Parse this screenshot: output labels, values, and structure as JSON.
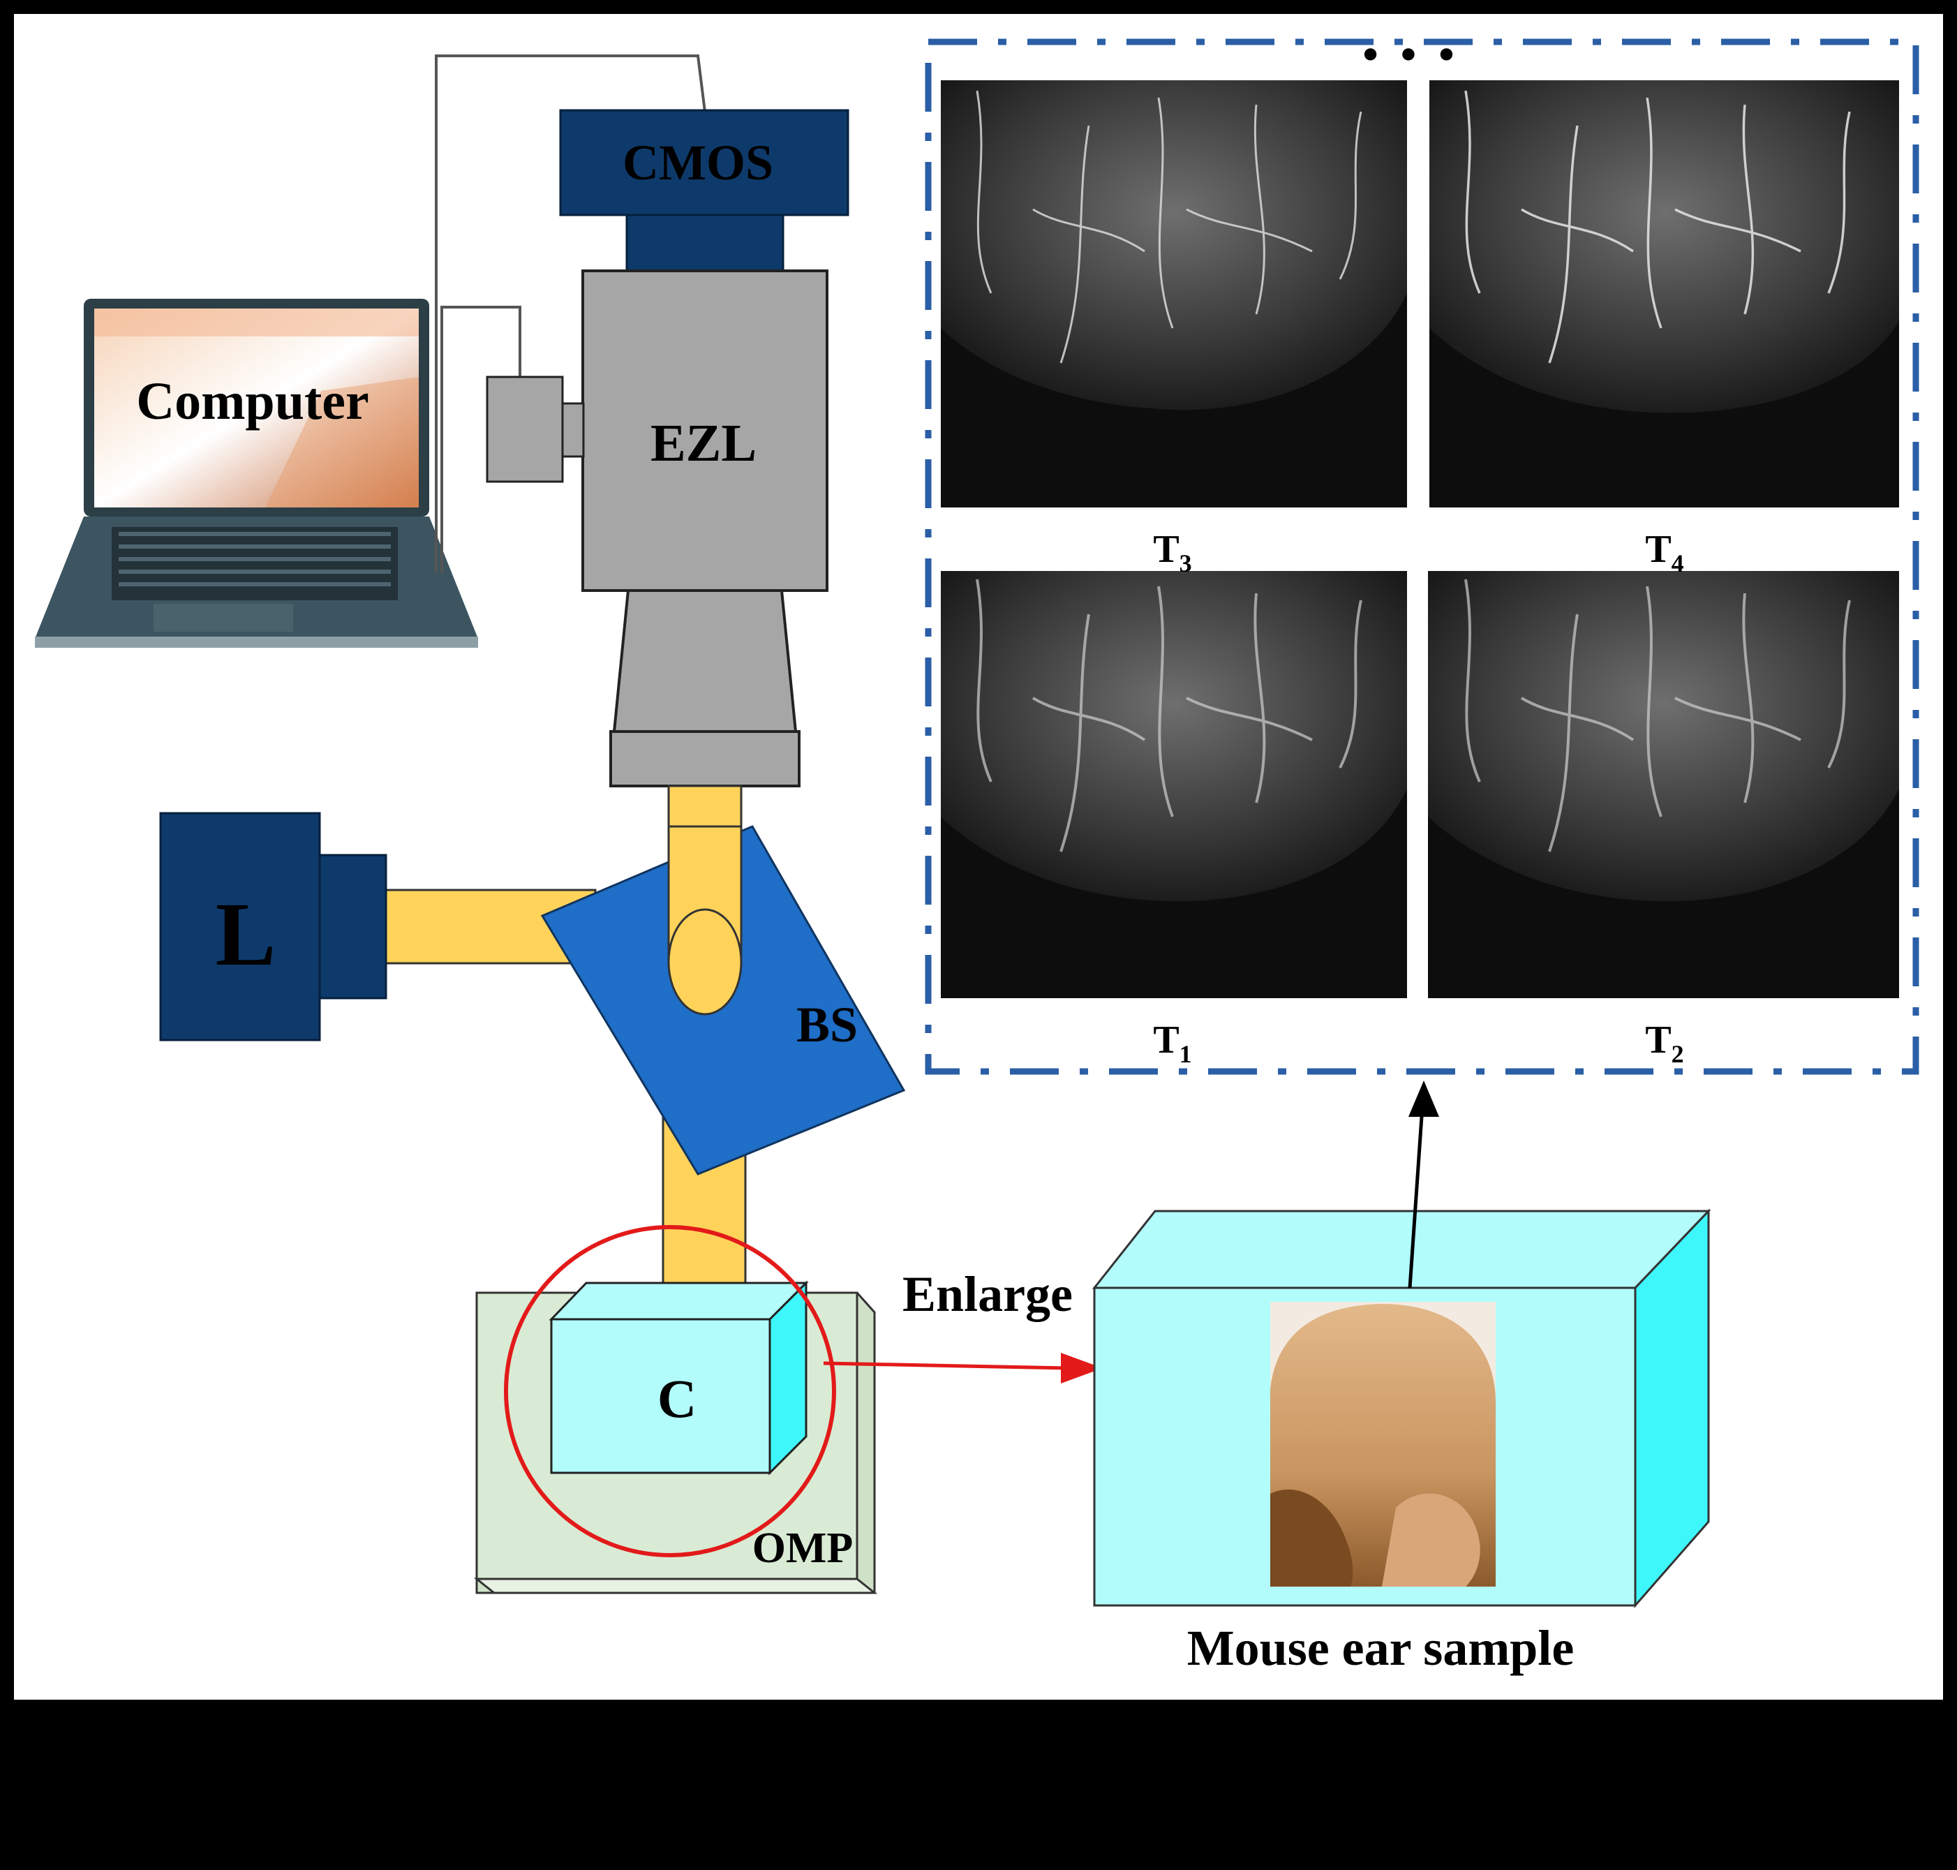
{
  "labels": {
    "cmos": "CMOS",
    "ezl": "EZL",
    "computer": "Computer",
    "light": "L",
    "beam_splitter": "BS",
    "chamber": "C",
    "platform": "OMP",
    "enlarge": "Enlarge",
    "sample": "Mouse ear sample"
  },
  "panels": [
    {
      "main": "T",
      "sub": "3"
    },
    {
      "main": "T",
      "sub": "4"
    },
    {
      "main": "T",
      "sub": "1"
    },
    {
      "main": "T",
      "sub": "2"
    }
  ],
  "ellipsis": "•   •   •",
  "colors": {
    "navy": "#0e3a6b",
    "gray": "#a6a6a6",
    "beam": "#ffd35a",
    "bs_blue": "#1f6ec7",
    "cyan_face": "#b2fcfc",
    "cyan_side": "#3ef7fb",
    "omp_green": "#d9ebd4",
    "dash_border": "#2a5ea6",
    "arrow_red": "#e31a1a"
  }
}
